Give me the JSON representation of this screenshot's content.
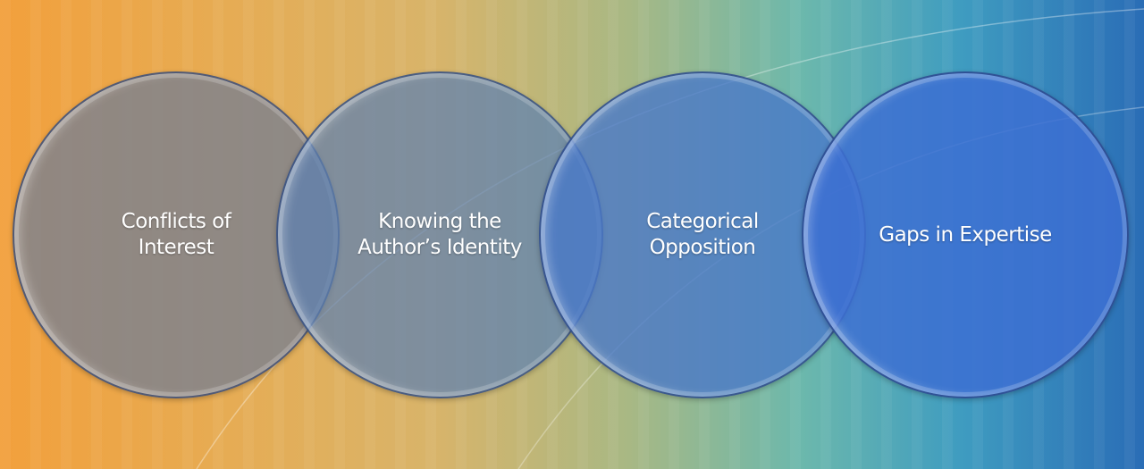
{
  "diagram": {
    "items": [
      {
        "label": "Conflicts of\nInterest"
      },
      {
        "label": "Knowing the\nAuthor’s Identity"
      },
      {
        "label": "Categorical\nOpposition"
      },
      {
        "label": "Gaps in Expertise"
      }
    ]
  },
  "colors": {
    "left": "#f2a03c",
    "right": "#2a6db6"
  }
}
